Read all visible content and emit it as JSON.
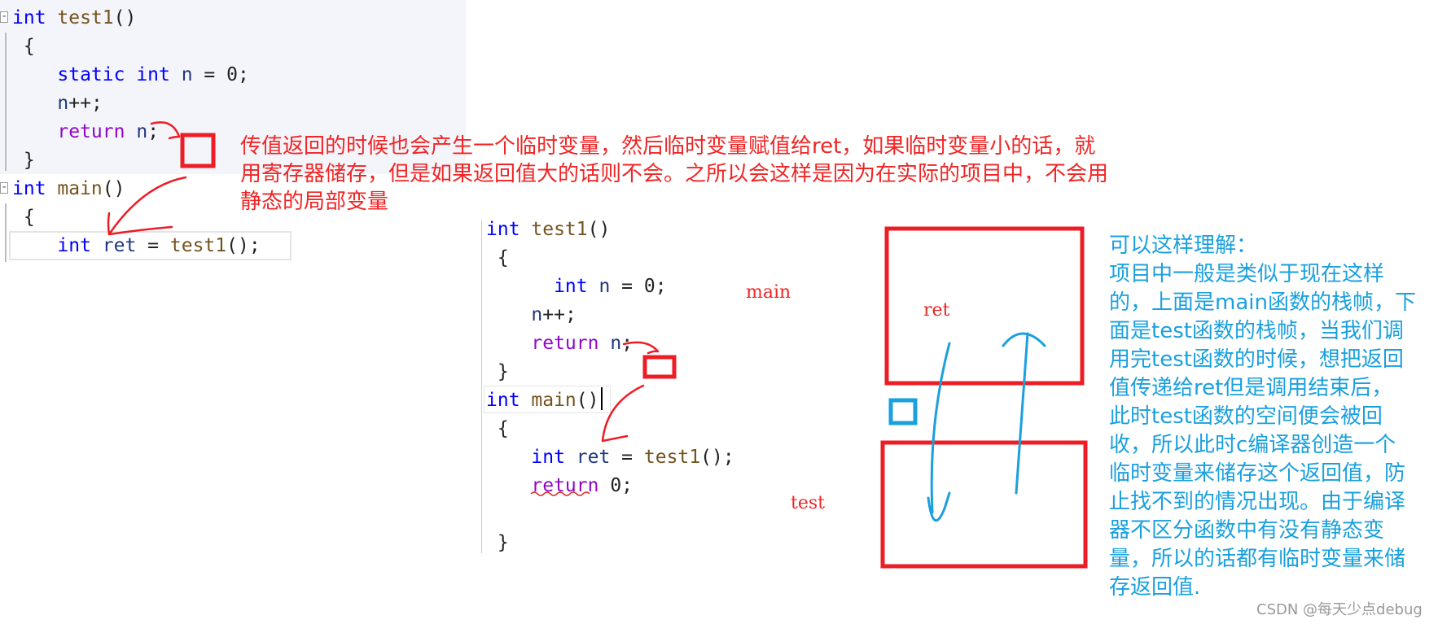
{
  "code_top": [
    [
      {
        "t": "int",
        "c": "kw"
      },
      {
        "t": " test1",
        "c": "fn"
      },
      {
        "t": "()",
        "c": "pl"
      }
    ],
    [
      {
        "t": " {",
        "c": "pl"
      }
    ],
    [
      {
        "t": "    static",
        "c": "kw"
      },
      {
        "t": " int",
        "c": "kw"
      },
      {
        "t": " n",
        "c": "id"
      },
      {
        "t": " = 0;",
        "c": "pl"
      }
    ],
    [
      {
        "t": "    n",
        "c": "id"
      },
      {
        "t": "++;",
        "c": "pl"
      }
    ],
    [
      {
        "t": "    return",
        "c": "ctl"
      },
      {
        "t": " n",
        "c": "id"
      },
      {
        "t": ";",
        "c": "pl"
      }
    ],
    [
      {
        "t": " }",
        "c": "pl"
      }
    ],
    [
      {
        "t": "int",
        "c": "kw"
      },
      {
        "t": " main",
        "c": "fn"
      },
      {
        "t": "()",
        "c": "pl"
      }
    ],
    [
      {
        "t": " {",
        "c": "pl"
      }
    ],
    [
      {
        "t": "    int",
        "c": "kw"
      },
      {
        "t": " ret",
        "c": "id"
      },
      {
        "t": " = ",
        "c": "pl"
      },
      {
        "t": "test1",
        "c": "fn"
      },
      {
        "t": "();",
        "c": "pl"
      }
    ]
  ],
  "code_bottom": [
    [
      {
        "t": "int",
        "c": "kw"
      },
      {
        "t": " test1",
        "c": "fn"
      },
      {
        "t": "()",
        "c": "pl"
      }
    ],
    [
      {
        "t": " {",
        "c": "pl"
      }
    ],
    [
      {
        "t": "      int",
        "c": "kw"
      },
      {
        "t": " n",
        "c": "id"
      },
      {
        "t": " = 0;",
        "c": "pl"
      }
    ],
    [
      {
        "t": "    n",
        "c": "id"
      },
      {
        "t": "++;",
        "c": "pl"
      }
    ],
    [
      {
        "t": "    return",
        "c": "ctl"
      },
      {
        "t": " n",
        "c": "id"
      },
      {
        "t": ";",
        "c": "pl"
      }
    ],
    [
      {
        "t": " }",
        "c": "pl"
      }
    ],
    [
      {
        "t": "int",
        "c": "kw"
      },
      {
        "t": " main",
        "c": "fn"
      },
      {
        "t": "()",
        "c": "pl"
      }
    ],
    [
      {
        "t": " {",
        "c": "pl"
      }
    ],
    [
      {
        "t": "    int",
        "c": "kw"
      },
      {
        "t": " ret",
        "c": "id"
      },
      {
        "t": " = ",
        "c": "pl"
      },
      {
        "t": "test1",
        "c": "fn"
      },
      {
        "t": "();",
        "c": "pl"
      }
    ],
    [
      {
        "t": "    return",
        "c": "ctl"
      },
      {
        "t": " 0;",
        "c": "pl"
      }
    ],
    [
      {
        "t": "",
        "c": "pl"
      }
    ],
    [
      {
        "t": " }",
        "c": "pl"
      }
    ]
  ],
  "red_note": "传值返回的时候也会产生一个临时变量，然后临时变量赋值给ret，如果临时变量小的话，就\n用寄存器储存，但是如果返回值大的话则不会。之所以会这样是因为在实际的项目中，不会用\n静态的局部变量",
  "labels": {
    "main": "main",
    "test": "test",
    "ret": "ret"
  },
  "blue_note": "可以这样理解：\n项目中一般是类似于现在这样\n的，上面是main函数的栈帧，下\n面是test函数的栈帧，当我们调\n用完test函数的时候，想把返回\n值传递给ret但是调用结束后，\n此时test函数的空间便会被回\n收，所以此时c编译器创造一个\n临时变量来储存这个返回值，防\n止找不到的情况出现。由于编译\n器不区分函数中有没有静态变\n量，所以的话都有临时变量来储\n存返回值.",
  "watermark": "CSDN @每天少点debug",
  "colors": {
    "annotation_red": "#f02525",
    "annotation_blue": "#1aa0de",
    "keyword": "#0000ff",
    "function": "#74531f",
    "control": "#8f08c4"
  }
}
